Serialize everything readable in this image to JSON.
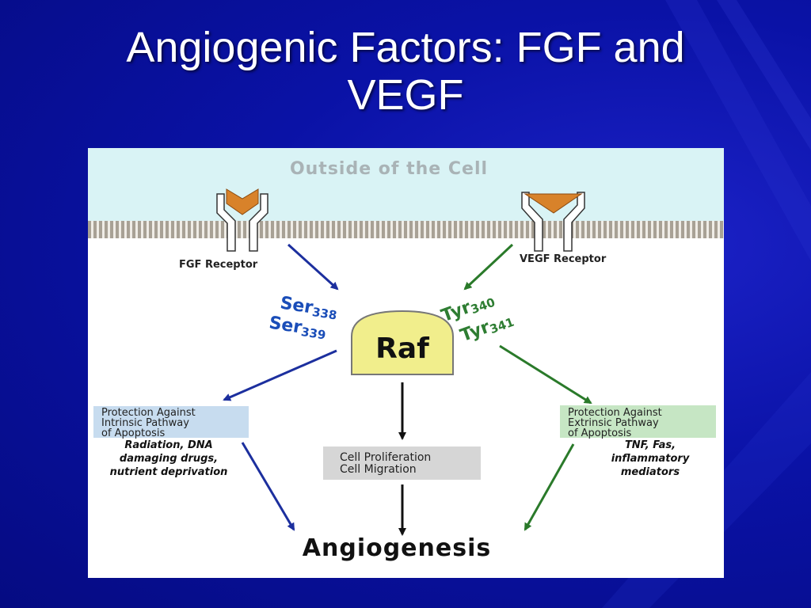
{
  "slide": {
    "title_line1": "Angiogenic Factors: FGF and",
    "title_line2": "VEGF"
  },
  "diagram": {
    "outside_label": "Outside of the Cell",
    "fgf_receptor": "FGF Receptor",
    "vegf_receptor": "VEGF Receptor",
    "ser_sites": [
      {
        "name": "Ser",
        "number": "338"
      },
      {
        "name": "Ser",
        "number": "339"
      }
    ],
    "tyr_sites": [
      {
        "name": "Tyr",
        "number": "340"
      },
      {
        "name": "Tyr",
        "number": "341"
      }
    ],
    "raf": "Raf",
    "intrinsic_box": [
      "Protection Against",
      "Intrinsic Pathway",
      "of Apoptosis"
    ],
    "intrinsic_causes": [
      "Radiation, DNA",
      "damaging drugs,",
      "nutrient deprivation"
    ],
    "center_box": [
      "Cell Proliferation",
      "Cell Migration"
    ],
    "extrinsic_box": [
      "Protection Against",
      "Extrinsic Pathway",
      "of Apoptosis"
    ],
    "extrinsic_causes": [
      "TNF, Fas,",
      "inflammatory",
      "mediators"
    ],
    "outcome": "Angiogenesis",
    "colors": {
      "background": "#0a12a6",
      "extracellular": "#d9f3f5",
      "membrane": "#a8a195",
      "ligand": "#d8822a",
      "fgf_arrow": "#1c2f9e",
      "vegf_arrow": "#2a7a2a",
      "raf_fill": "#f1ee8c",
      "intrinsic_box": "#c7dcef",
      "extrinsic_box": "#c6e6c4",
      "center_box": "#d6d6d6"
    }
  }
}
